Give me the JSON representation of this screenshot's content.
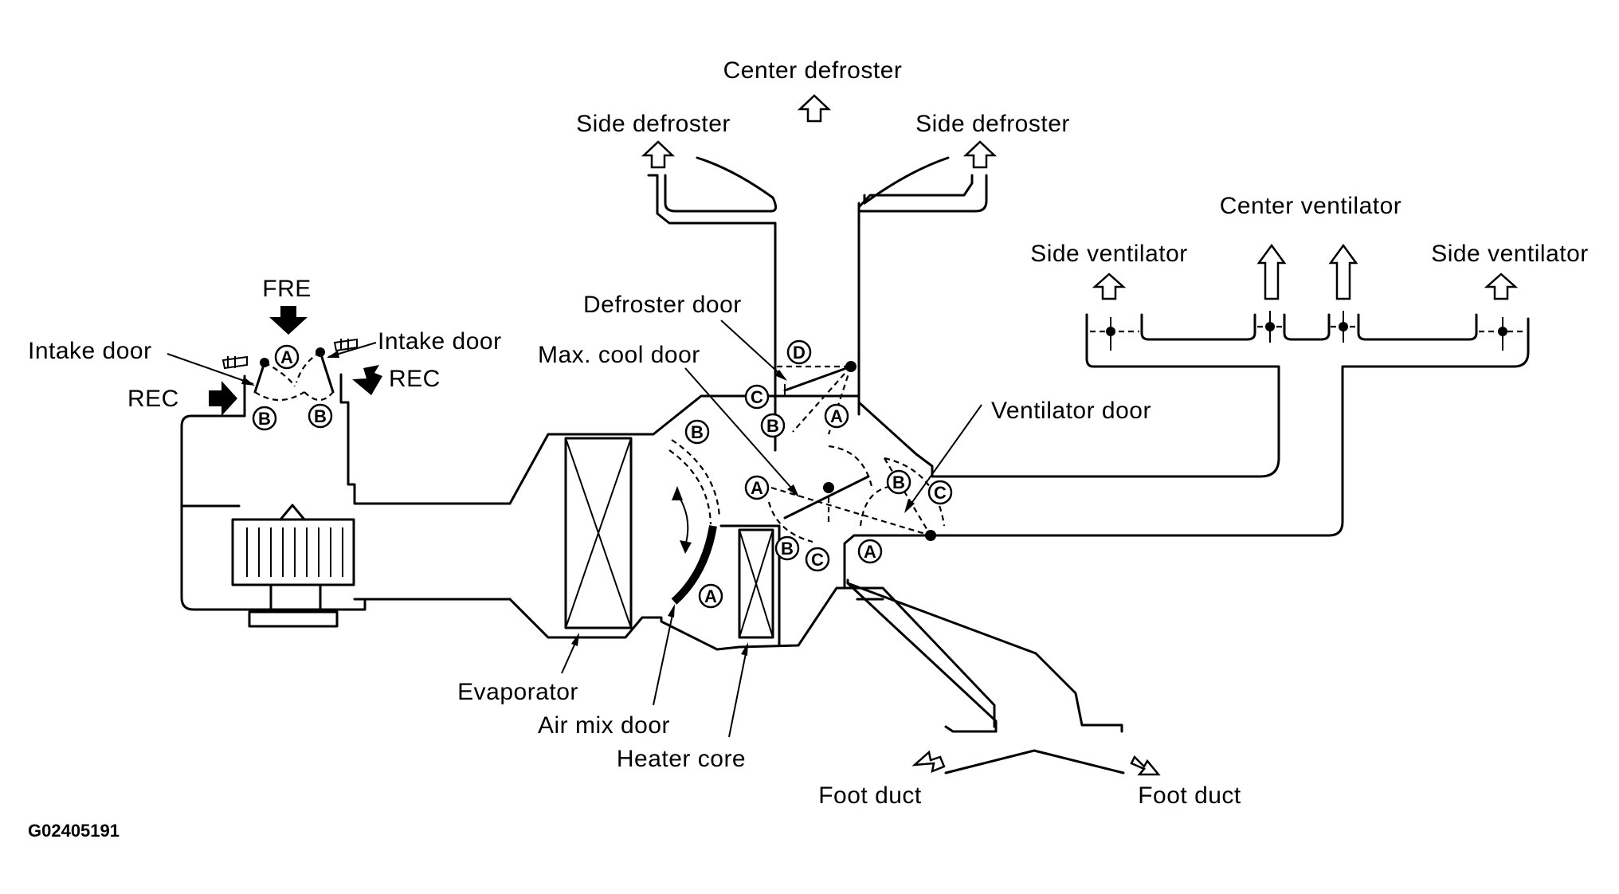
{
  "labels": {
    "center_defroster": "Center defroster",
    "side_defroster_left": "Side defroster",
    "side_defroster_right": "Side defroster",
    "center_ventilator": "Center ventilator",
    "side_ventilator_left": "Side ventilator",
    "side_ventilator_right": "Side ventilator",
    "defroster_door": "Defroster door",
    "max_cool_door": "Max. cool door",
    "ventilator_door": "Ventilator door",
    "intake_door_left": "Intake door",
    "intake_door_right": "Intake door",
    "fre": "FRE",
    "rec_left": "REC",
    "rec_right": "REC",
    "evaporator": "Evaporator",
    "air_mix_door": "Air mix door",
    "heater_core": "Heater core",
    "foot_duct_left": "Foot duct",
    "foot_duct_right": "Foot duct",
    "figure_code": "G02405191"
  },
  "positions": {
    "a": "A",
    "b": "B",
    "c": "C",
    "d": "D"
  }
}
